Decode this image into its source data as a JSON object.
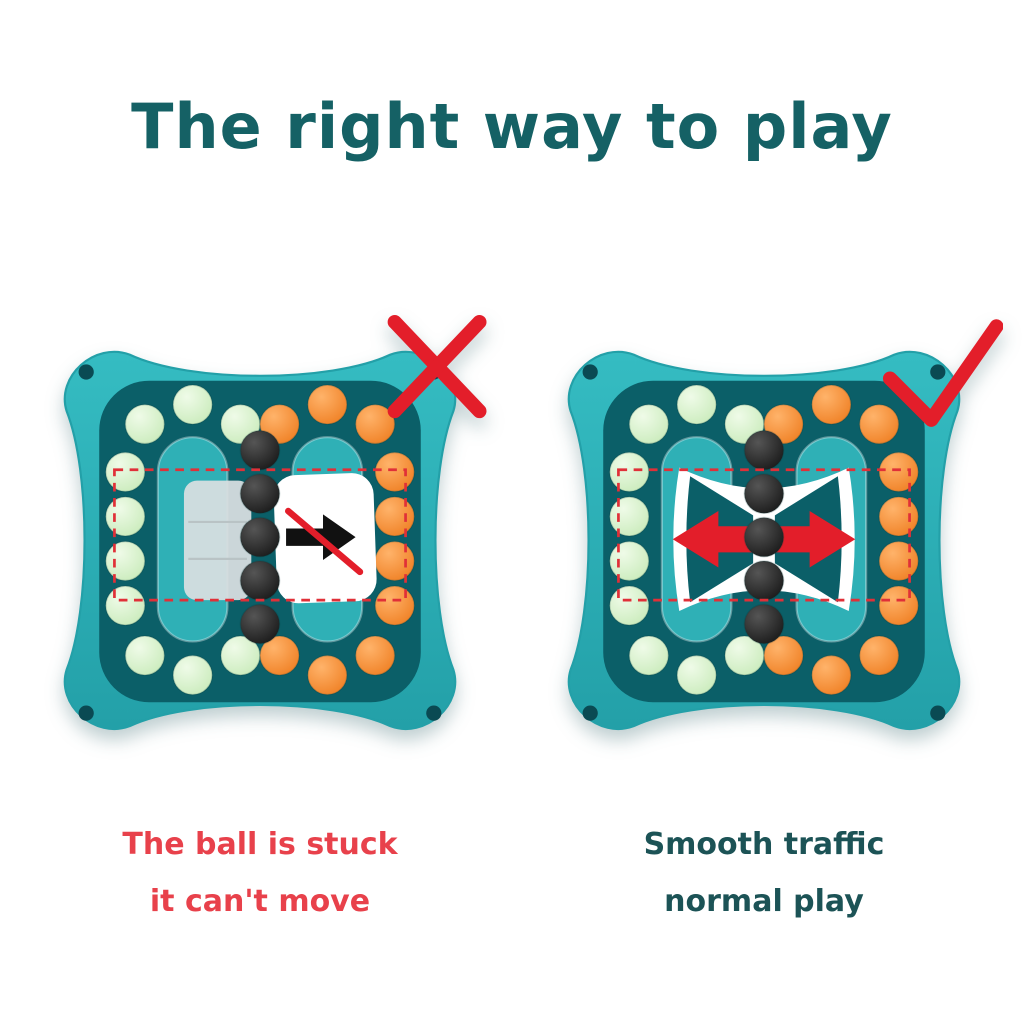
{
  "title": "The right way to play",
  "panels": [
    {
      "name": "wrong-way",
      "mark": "cross-mark",
      "caption": {
        "line1": "The ball is stuck",
        "line2": "it can't move"
      }
    },
    {
      "name": "right-way",
      "mark": "check-mark",
      "caption": {
        "line1": "Smooth traffic",
        "line2": "normal play"
      }
    }
  ],
  "colors": {
    "title_color": "#156165",
    "body": "#35bcc2",
    "body_dark": "#23a0a8",
    "panel": "#0b5f68",
    "island": "#2fb0b6",
    "screw": "#0a4a53",
    "bead_green": "#c7eab8",
    "bead_green_hi": "#effbe8",
    "bead_orange": "#ee7c1f",
    "bead_orange_hi": "#ffb36a",
    "bead_black": "#151515",
    "bead_black_hi": "#555555",
    "mark_red": "#e31e2a",
    "dashed_red": "#e03038",
    "caption_red": "#e8414b",
    "caption_teal": "#1c5356",
    "white": "#ffffff",
    "slider_gray": "#d8dee0"
  }
}
